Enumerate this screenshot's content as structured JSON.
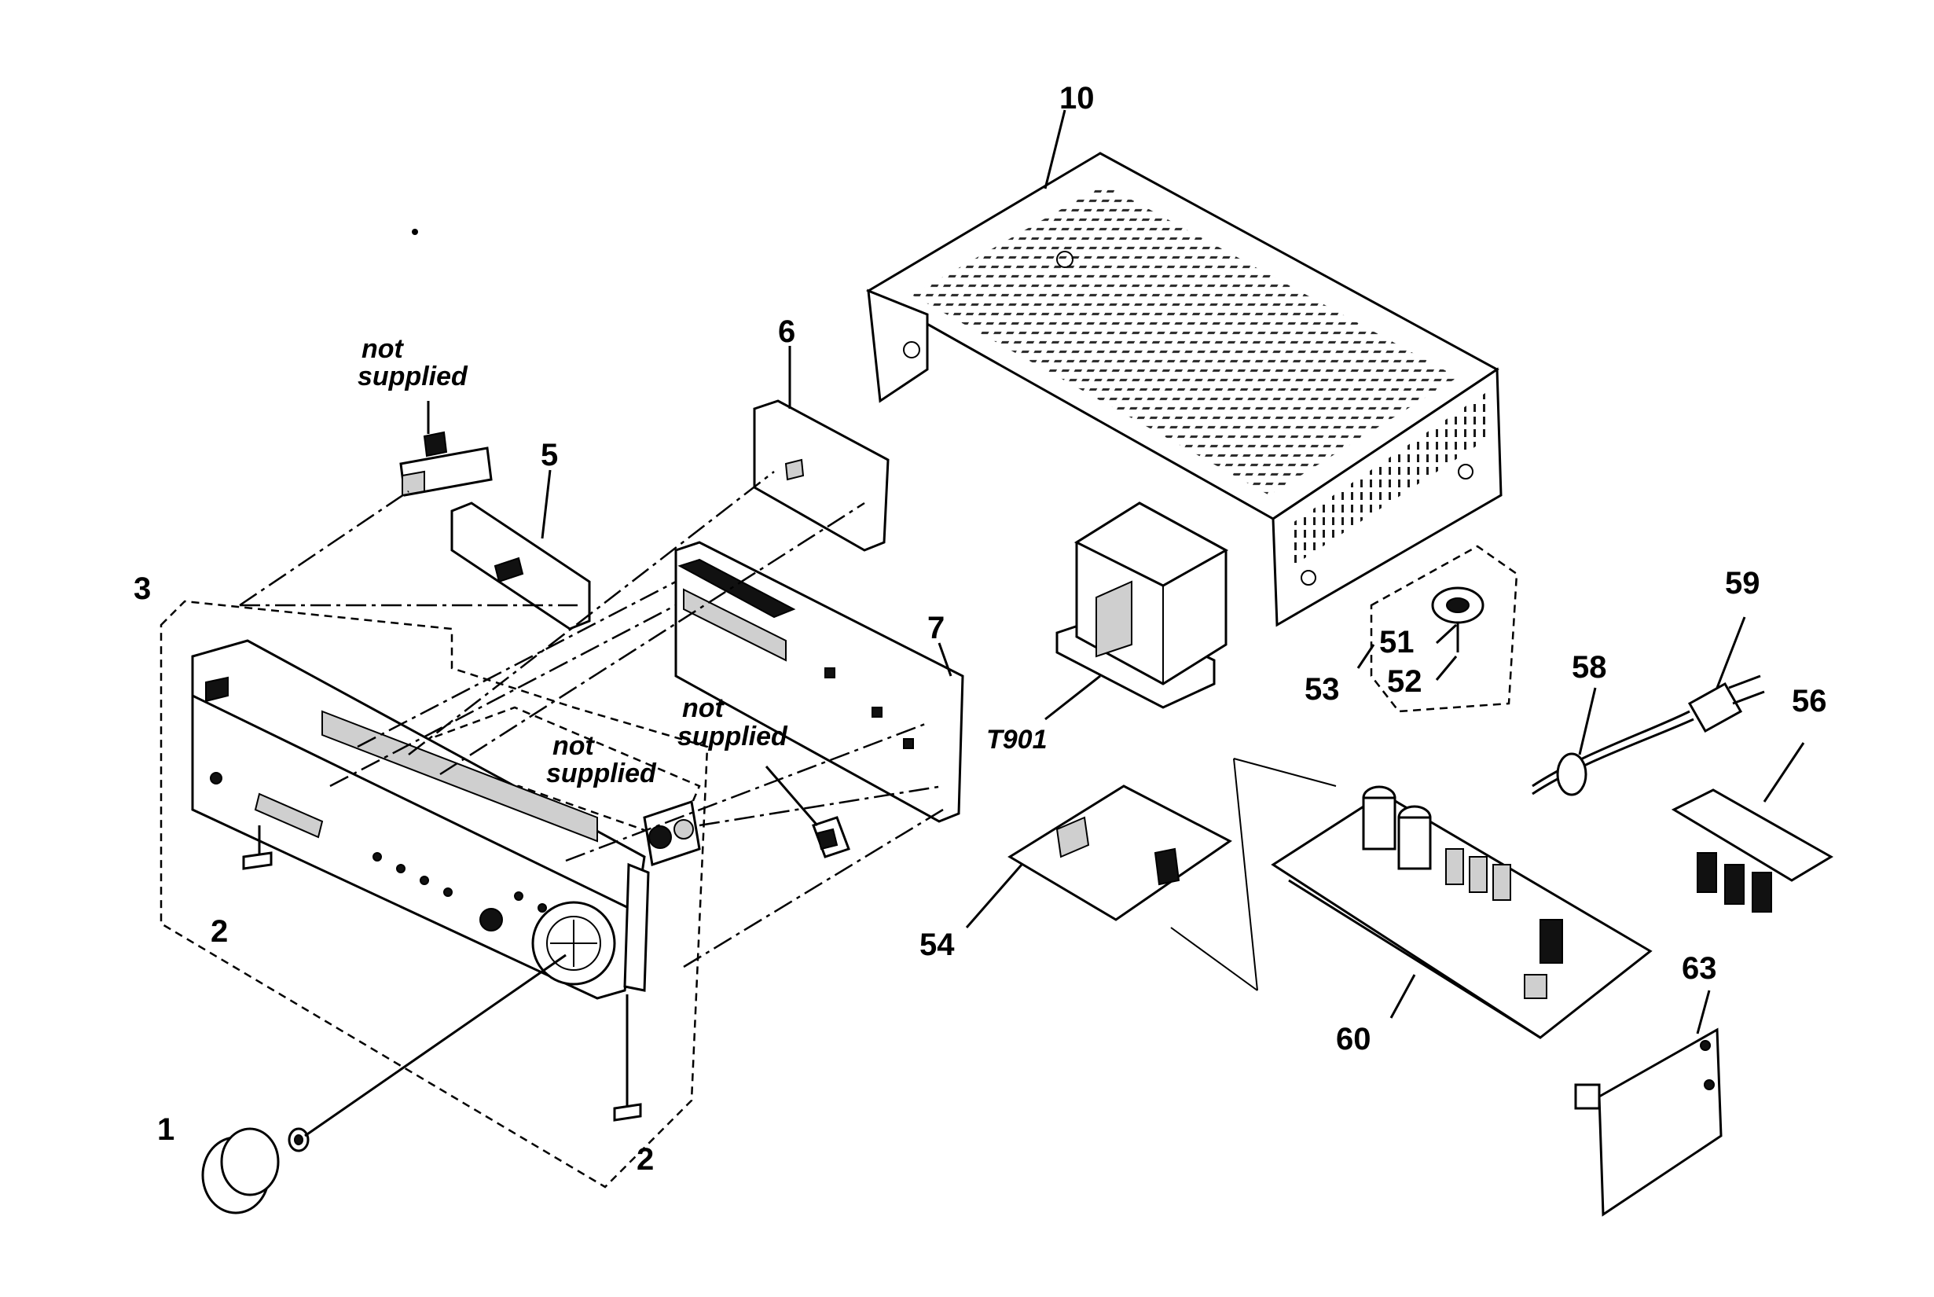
{
  "labels": {
    "l1": "1",
    "l2a": "2",
    "l2b": "2",
    "l3": "3",
    "l5": "5",
    "l6": "6",
    "l7": "7",
    "l10": "10",
    "l51": "51",
    "l52": "52",
    "l53": "53",
    "l54": "54",
    "l56": "56",
    "l58": "58",
    "l59": "59",
    "l60": "60",
    "l63": "63",
    "t901": "T901"
  },
  "notes": {
    "n1_line1": "not",
    "n1_line2": "supplied",
    "n2_line1": "not",
    "n2_line2": "supplied",
    "n3_line1": "not",
    "n3_line2": "supplied"
  },
  "icons": [
    "knob-icon",
    "cover-icon",
    "transformer-icon",
    "power-cord-icon",
    "circuit-board-icon"
  ]
}
